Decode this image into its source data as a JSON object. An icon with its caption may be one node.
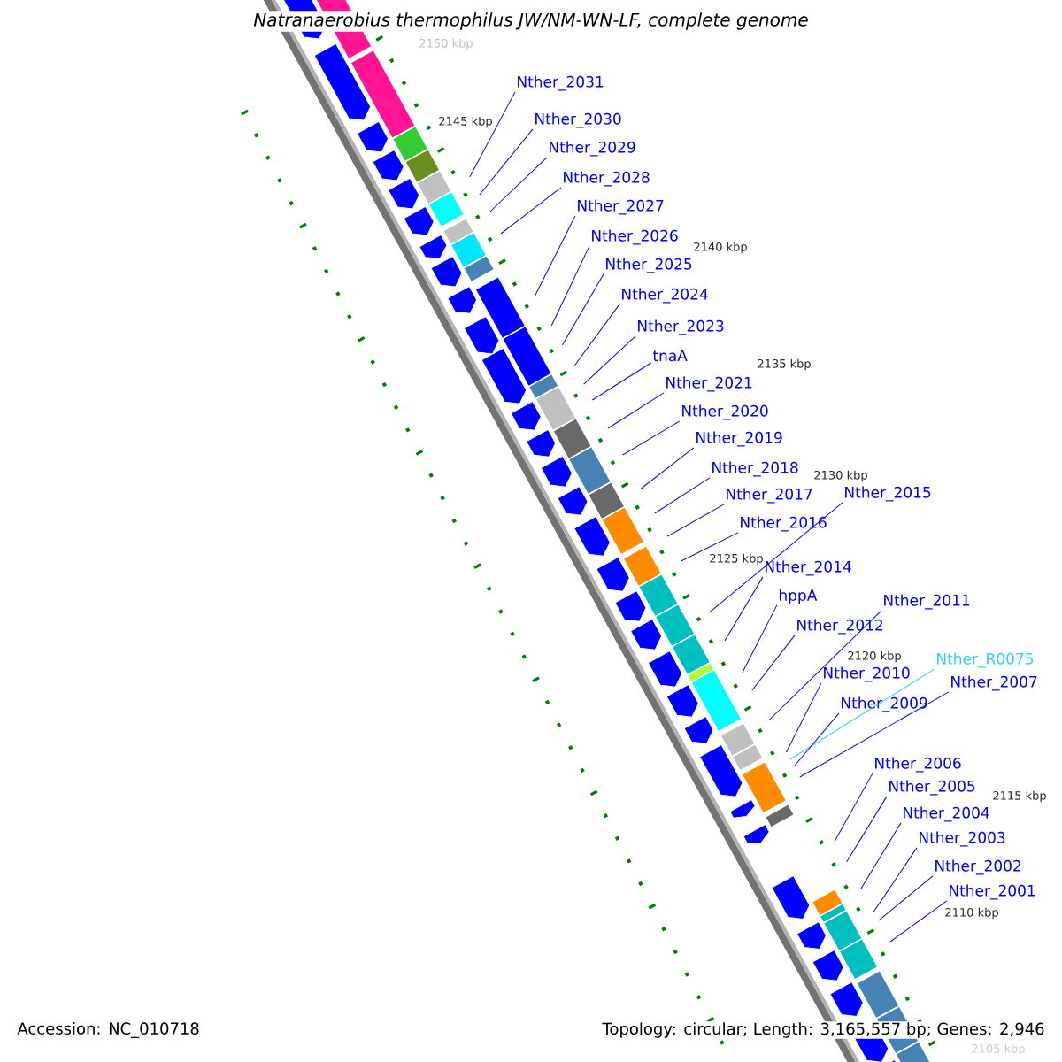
{
  "diagram": {
    "title": "Natranaerobius thermophilus JW/NM-WN-LF, complete genome",
    "nodes": [
      {
        "text": [
          "Nther_2031"
        ]
      },
      {
        "text": [
          "Nther_2030"
        ]
      },
      {
        "text": [
          "Nther_2029"
        ]
      },
      {
        "text": [
          "Nther_2028"
        ]
      },
      {
        "text": [
          "Nther_2027"
        ]
      },
      {
        "text": [
          "Nther_2026"
        ]
      },
      {
        "text": [
          "Nther_2025"
        ]
      },
      {
        "text": [
          "Nther_2024"
        ]
      },
      {
        "text": [
          "Nther_2023"
        ]
      },
      {
        "text": [
          "tnaA"
        ]
      },
      {
        "text": [
          "Nther_2021"
        ]
      },
      {
        "text": [
          "Nther_2020"
        ]
      },
      {
        "text": [
          "Nther_2019"
        ]
      },
      {
        "text": [
          "Nther_2018"
        ]
      },
      {
        "text": [
          "Nther_2017"
        ]
      },
      {
        "text": [
          "Nther_2015"
        ]
      },
      {
        "text": [
          "Nther_2016"
        ]
      },
      {
        "text": [
          "Nther_2014"
        ]
      },
      {
        "text": [
          "hppA"
        ]
      },
      {
        "text": [
          "Nther_2012"
        ]
      },
      {
        "text": [
          "Nther_2011"
        ]
      },
      {
        "text": [
          "Nther_2010"
        ]
      },
      {
        "text": [
          "Nther_R0075"
        ]
      },
      {
        "text": [
          "Nther_2007"
        ]
      },
      {
        "text": [
          "Nther_2009"
        ]
      },
      {
        "text": [
          "Nther_2006"
        ]
      },
      {
        "text": [
          "Nther_2005"
        ]
      },
      {
        "text": [
          "Nther_2004"
        ]
      },
      {
        "text": [
          "Nther_2003"
        ]
      },
      {
        "text": [
          "Nther_2002"
        ]
      },
      {
        "text": [
          "Nther_2001"
        ]
      }
    ],
    "edges": [
      {
        "from": 0,
        "to": null,
        "arrow": "none"
      },
      {
        "from": 1,
        "to": null,
        "arrow": "none"
      },
      {
        "from": 2,
        "to": null,
        "arrow": "none"
      },
      {
        "from": 3,
        "to": null,
        "arrow": "none"
      },
      {
        "from": 4,
        "to": null,
        "arrow": "none"
      },
      {
        "from": 5,
        "to": null,
        "arrow": "none"
      },
      {
        "from": 6,
        "to": null,
        "arrow": "none"
      },
      {
        "from": 7,
        "to": null,
        "arrow": "none"
      },
      {
        "from": 8,
        "to": null,
        "arrow": "none"
      },
      {
        "from": 9,
        "to": null,
        "arrow": "none"
      },
      {
        "from": 10,
        "to": null,
        "arrow": "none"
      },
      {
        "from": 11,
        "to": null,
        "arrow": "none"
      },
      {
        "from": 12,
        "to": null,
        "arrow": "none"
      },
      {
        "from": 13,
        "to": null,
        "arrow": "none"
      },
      {
        "from": 14,
        "to": null,
        "arrow": "none"
      },
      {
        "from": 15,
        "to": null,
        "arrow": "none"
      },
      {
        "from": 16,
        "to": null,
        "arrow": "none"
      },
      {
        "from": 17,
        "to": null,
        "arrow": "none"
      },
      {
        "from": 18,
        "to": null,
        "arrow": "none"
      },
      {
        "from": 19,
        "to": null,
        "arrow": "none"
      },
      {
        "from": 20,
        "to": null,
        "arrow": "none"
      },
      {
        "from": 21,
        "to": null,
        "arrow": "none"
      },
      {
        "from": 22,
        "to": null,
        "arrow": "none",
        "color": "#33ccff"
      },
      {
        "from": 23,
        "to": null,
        "arrow": "none"
      },
      {
        "from": 24,
        "to": null,
        "arrow": "none"
      },
      {
        "from": 25,
        "to": null,
        "arrow": "none"
      },
      {
        "from": 26,
        "to": null,
        "arrow": "none"
      },
      {
        "from": 27,
        "to": null,
        "arrow": "none"
      },
      {
        "from": 28,
        "to": null,
        "arrow": "none"
      },
      {
        "from": 29,
        "to": null,
        "arrow": "none"
      },
      {
        "from": 30,
        "to": null,
        "arrow": "none"
      }
    ],
    "labels": [
      "2150 kbp",
      "2145 kbp",
      "2140 kbp",
      "2135 kbp",
      "2130 kbp",
      "2125 kbp",
      "2120 kbp",
      "2115 kbp",
      "2110 kbp",
      "2105 kbp",
      "Accession: NC_010718",
      "Topology: circular; Length: 3,165,557 bp; Genes: 2,946"
    ]
  }
}
